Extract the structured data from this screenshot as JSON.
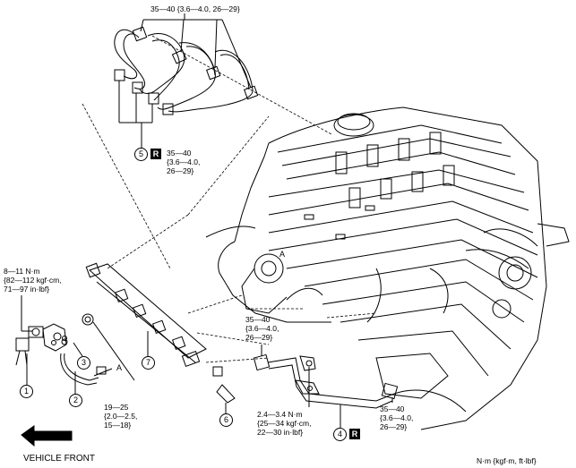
{
  "torque": {
    "top": "35—40 {3.6—4.0, 26—29}",
    "part5_l1": "35—40",
    "part5_l2": "{3.6—4.0,",
    "part5_l3": "26—29}",
    "left_l1": "8—11 N·m",
    "left_l2": "{82—112 kgf·cm,",
    "left_l3": "71—97 in·lbf}",
    "mid_l1": "35—40",
    "mid_l2": "{3.6—4.0,",
    "mid_l3": "26—29}",
    "bottom_mid_l1": "19—25",
    "bottom_mid_l2": "{2.0—2.5,",
    "bottom_mid_l3": "15—18}",
    "bottom_l1": "2.4—3.4 N·m",
    "bottom_l2": "{25—34 kgf·cm,",
    "bottom_l3": "22—30 in·lbf}",
    "right_l1": "35—40",
    "right_l2": "{3.6—4.0,",
    "right_l3": "26—29}"
  },
  "parts": [
    "1",
    "2",
    "3",
    "4",
    "5",
    "6",
    "7"
  ],
  "markers": {
    "replace": "R",
    "ref": "A"
  },
  "footer": {
    "vehicle_front": "VEHICLE FRONT",
    "units": "N·m {kgf·m, ft·lbf}"
  }
}
